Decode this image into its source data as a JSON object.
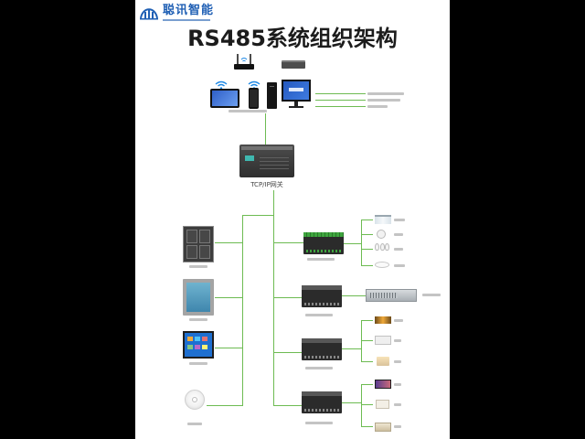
{
  "logo": {
    "name": "聪讯智能",
    "icon": "building-logo-icon"
  },
  "title": "RS485系统组织架构",
  "gateway": {
    "label": "TCP/IP网关",
    "icon": "gateway-icon"
  },
  "colors": {
    "brand": "#1f5fb4",
    "title": "#1c1c1c",
    "connector_line": "#6dbb52",
    "device_body": "#2b2b2b",
    "screen_blue": "#2f5fc8",
    "background": "#ffffff",
    "outer": "#000000"
  },
  "clients": [
    "router-icon",
    "network-switch-icon",
    "wifi-icon",
    "tablet-icon",
    "wifi-icon",
    "phone-icon",
    "desktop-tower-icon",
    "monitor-icon"
  ],
  "left_devices": [
    "switch-panel-icon",
    "touch-panel-icon",
    "touch-screen-icon",
    "smoke-detector-icon"
  ],
  "modules": [
    "io-module-icon",
    "hvac-module-icon",
    "dimmer-module-icon",
    "relay-module-icon"
  ],
  "endpoints": {
    "module_1": [
      "curtain-icon",
      "bulb-icon",
      "bulbs-icon",
      "ceiling-light-icon"
    ],
    "module_2": [
      "fan-coil-icon"
    ],
    "module_3": [
      "light-strip-icon",
      "ceiling-lamp-icon",
      "panel-lamp-icon"
    ],
    "module_4": [
      "tv-icon",
      "socket-icon",
      "heater-icon"
    ]
  }
}
